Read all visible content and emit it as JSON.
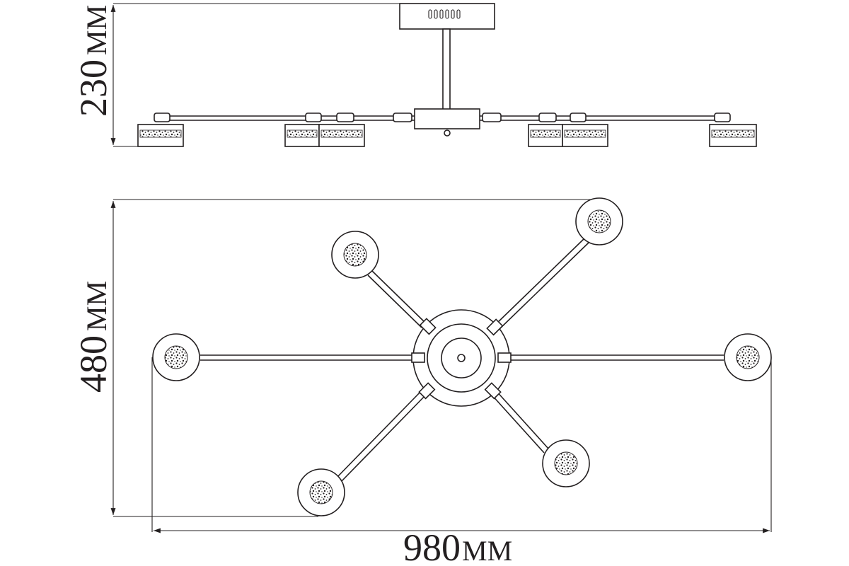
{
  "dimensions": {
    "height": {
      "value": "230",
      "unit": "MM"
    },
    "depth": {
      "value": "480",
      "unit": "MM"
    },
    "width": {
      "value": "980",
      "unit": "MM"
    }
  },
  "colors": {
    "ink": "#231f20",
    "background": "#ffffff"
  },
  "views": [
    "side-view",
    "top-view"
  ],
  "arm_count": 6
}
